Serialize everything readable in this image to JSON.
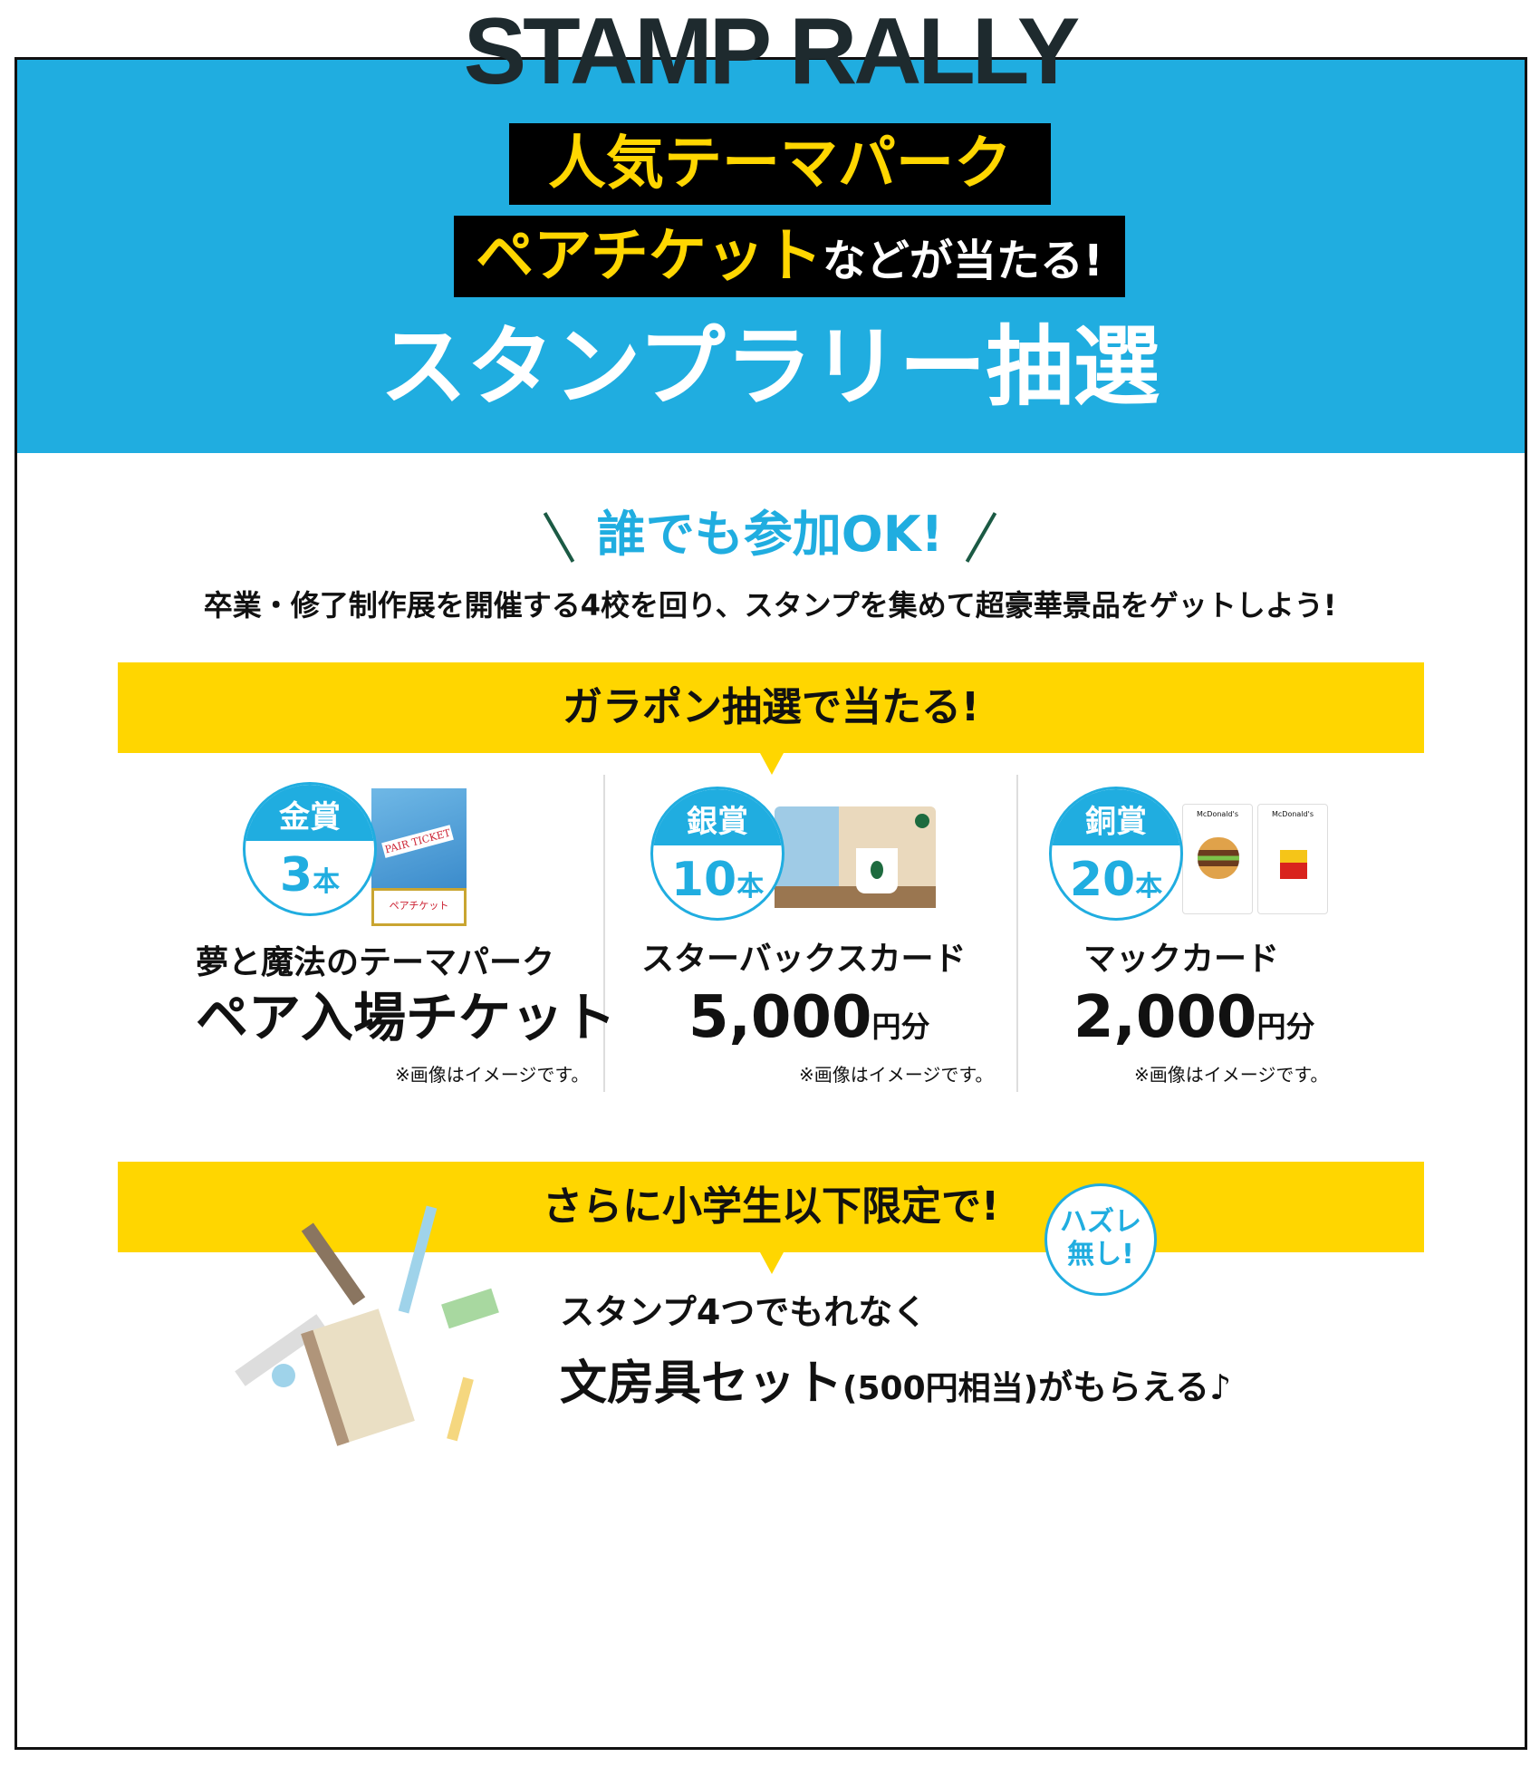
{
  "header": {
    "logo": "STAMP RALLY",
    "line1": "人気テーマパーク",
    "line2_highlight": "ペアチケット",
    "line2_rest": "などが当たる!",
    "title": "スタンプラリー抽選"
  },
  "intro": {
    "badge": "誰でも参加OK!",
    "lead": "卒業・修了制作展を開催する4校を回り、スタンプを集めて超豪華景品をゲットしよう!"
  },
  "lottery": {
    "heading": "ガラポン抽選で当たる!",
    "prizes": [
      {
        "rank": "金賞",
        "count": "3",
        "unit": "本",
        "name": "夢と魔法のテーマパーク",
        "value": "ペア入場チケット",
        "value_unit": "",
        "note": "※画像はイメージです。",
        "image_text": "PAIR TICKET",
        "image_text2": "ペアチケット"
      },
      {
        "rank": "銀賞",
        "count": "10",
        "unit": "本",
        "name": "スターバックスカード",
        "value": "5,000",
        "value_unit": "円分",
        "note": "※画像はイメージです。"
      },
      {
        "rank": "銅賞",
        "count": "20",
        "unit": "本",
        "name": "マックカード",
        "value": "2,000",
        "value_unit": "円分",
        "note": "※画像はイメージです。",
        "image_text": "McDonald's"
      }
    ]
  },
  "kids": {
    "heading": "さらに小学生以下限定で!",
    "badge_line1": "ハズレ",
    "badge_line2": "無し!",
    "line1": "スタンプ4つでもれなく",
    "line2_main": "文房具セット",
    "line2_paren": "(500円相当)",
    "line2_rest": "がもらえる♪"
  },
  "colors": {
    "blue": "#20ade0",
    "yellow": "#ffd600",
    "black": "#000000"
  }
}
